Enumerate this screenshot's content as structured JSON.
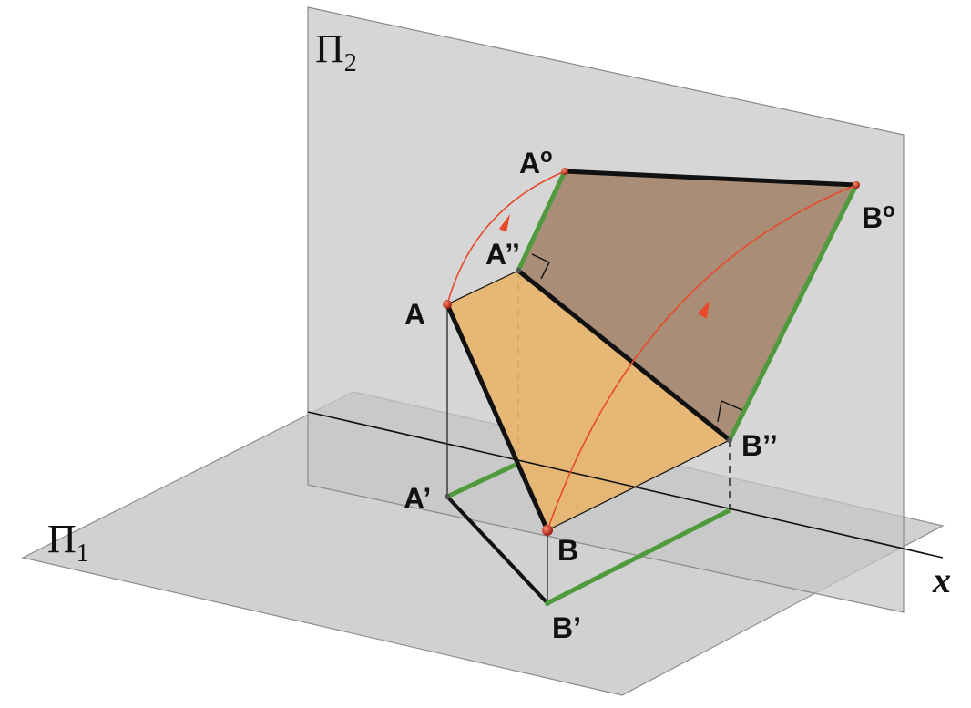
{
  "planes": {
    "frontal_name": "Π",
    "frontal_sub": "2",
    "horizontal_name": "Π",
    "horizontal_sub": "1"
  },
  "axis_label": "x",
  "points": {
    "A": "A",
    "B": "B",
    "A_front": "A’’",
    "B_front": "B’’",
    "A_top": "A’",
    "B_top": "B’",
    "A_rot": "A",
    "B_rot": "B",
    "rot_sup": "o"
  },
  "colors": {
    "frontal_plane": "#c8c8c8",
    "horizontal_plane": "#c9c9c9",
    "trapezoid": "#e9b56a",
    "rotated_face": "#a5876f",
    "green": "#4f9a3c",
    "black": "#111111",
    "arc": "#e8492a",
    "point": "#c9301f"
  }
}
